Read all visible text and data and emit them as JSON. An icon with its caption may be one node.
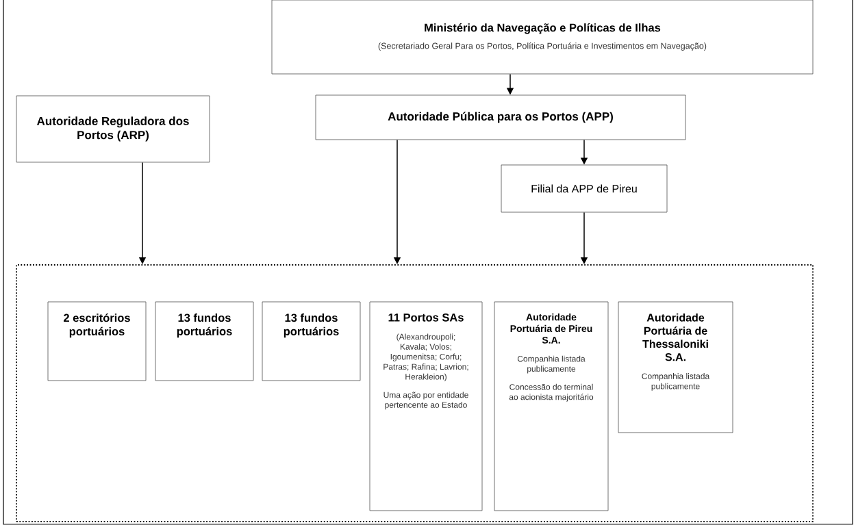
{
  "diagram": {
    "nodes": [
      {
        "text": [
          "Ministério da Navegação e Políticas de Ilhas",
          "(Secretariado Geral Para os Portos, Política Portuária e Investimentos em Navegação)"
        ]
      },
      {
        "text": [
          "Autoridade Reguladora dos Portos (ARP)"
        ]
      },
      {
        "text": [
          "Autoridade Pública para os Portos (APP)"
        ]
      },
      {
        "text": [
          "Filial da APP de Pireu"
        ]
      },
      {
        "text": [],
        "shape": "box"
      },
      {
        "text": [
          "2 escritórios portuários"
        ],
        "in": 4
      },
      {
        "text": [
          "13 fundos portuários"
        ],
        "in": 4
      },
      {
        "text": [
          "13 fundos portuários"
        ],
        "in": 4
      },
      {
        "text": [
          "11 Portos SAs",
          "(Alexandroupoli; Kavala; Volos; Igoumenitsa; Corfu; Patras; Rafina; Lavrion; Herakleion)",
          "Uma ação por entidade pertencente ao Estado"
        ],
        "in": 4
      },
      {
        "text": [
          "Autoridade Portuária de Pireu S.A.",
          "Companhia listada publicamente",
          "Concessão do terminal ao acionista majoritário"
        ],
        "in": 4
      },
      {
        "text": [
          "Autoridade Portuária de Thessaloniki S.A.",
          "Companhia listada publicamente"
        ],
        "in": 4
      }
    ],
    "edges": [
      {
        "from": 0,
        "to": 2,
        "arrow": "to"
      },
      {
        "from": 2,
        "to": 3,
        "arrow": "to"
      },
      {
        "from": 1,
        "to": 4,
        "arrow": "to"
      },
      {
        "from": 2,
        "to": 4,
        "arrow": "to"
      },
      {
        "from": 3,
        "to": 4,
        "arrow": "to"
      }
    ]
  }
}
